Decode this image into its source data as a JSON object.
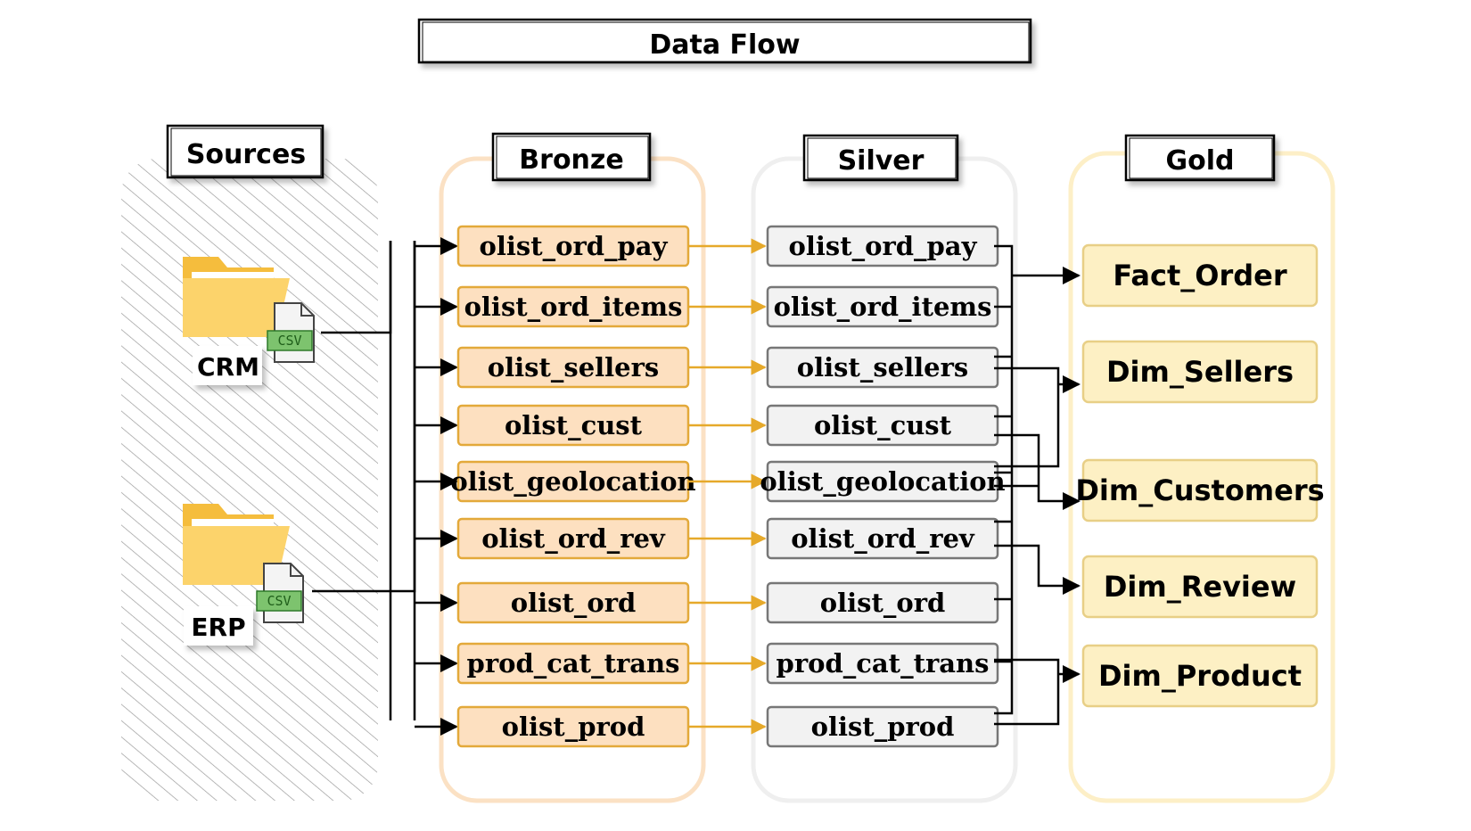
{
  "title": "Data Flow",
  "sources": {
    "header": "Sources",
    "items": [
      {
        "label": "CRM",
        "file_badge": "CSV"
      },
      {
        "label": "ERP",
        "file_badge": "CSV"
      }
    ]
  },
  "layers": {
    "bronze": {
      "header": "Bronze",
      "color": "#fde0c0",
      "border": "#e3a93a",
      "tables": [
        "olist_ord_pay",
        "olist_ord_items",
        "olist_sellers",
        "olist_cust",
        "olist_geolocation",
        "olist_ord_rev",
        "olist_ord",
        "prod_cat_trans",
        "olist_prod"
      ]
    },
    "silver": {
      "header": "Silver",
      "color": "#f2f2f2",
      "border": "#777777",
      "tables": [
        "olist_ord_pay",
        "olist_ord_items",
        "olist_sellers",
        "olist_cust",
        "olist_geolocation",
        "olist_ord_rev",
        "olist_ord",
        "prod_cat_trans",
        "olist_prod"
      ]
    },
    "gold": {
      "header": "Gold",
      "color": "#fdf0c4",
      "border": "#e8cf86",
      "tables": [
        "Fact_Order",
        "Dim_Sellers",
        "Dim_Customers",
        "Dim_Review",
        "Dim_Product"
      ]
    }
  },
  "colors": {
    "bronze_arrow": "#e6a92a",
    "connector": "#000000",
    "folder": "#fcd36b",
    "csv_badge": "#7dc36e"
  }
}
